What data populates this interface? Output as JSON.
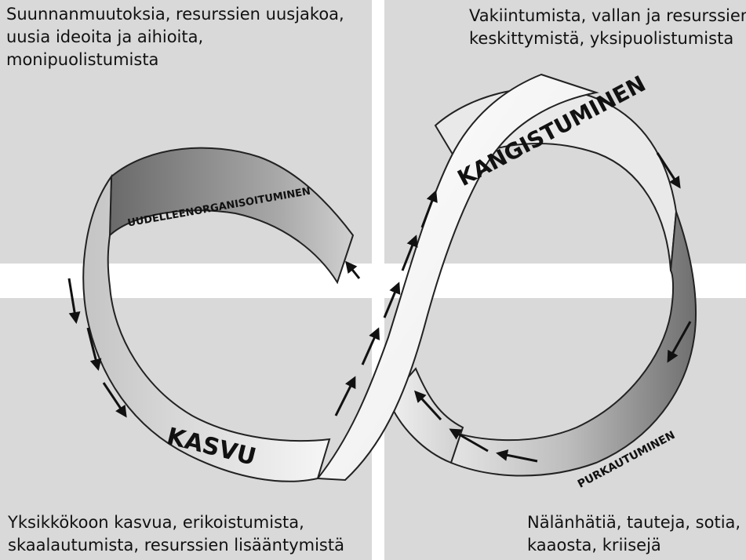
{
  "quadrants": {
    "top_left": [
      "Suunnanmuutoksia, resurssien uusjakoa,",
      "uusia ideoita ja aihioita,",
      "monipuolistumista"
    ],
    "top_right": [
      "Vakiintumista, vallan ja resurssien",
      "keskittymistä, yksipuolistumista"
    ],
    "bottom_left": [
      "Yksikkökoon kasvua, erikoistumista,",
      "skaalautumista, resurssien lisääntymistä"
    ],
    "bottom_right": [
      "Nälänhätiä, tauteja, sotia,",
      "kaaosta, kriisejä"
    ]
  },
  "loop_labels": {
    "growth": "KASVU",
    "rigidity": "KANGISTUMINEN",
    "collapse": "PURKAUTUMINEN",
    "reorganization": "UUDELLEENORGANISOITUMINEN"
  },
  "colors": {
    "quadrant_bg": "#d9d9d9",
    "band_light": "#ffffff",
    "band_shadow": "#8a8a8a",
    "band_outline": "#222222"
  },
  "icons": [
    "arrow-icon"
  ]
}
